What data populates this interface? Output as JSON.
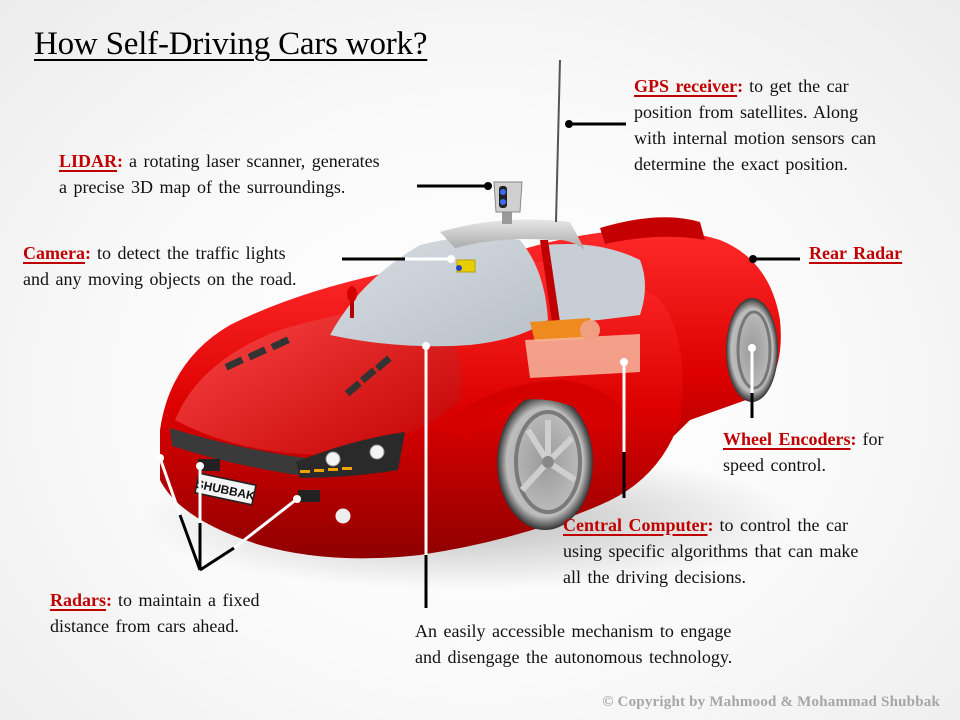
{
  "title": "How Self-Driving Cars work?",
  "colors": {
    "term": "#c00000",
    "body_text": "#111111",
    "car_body": "#d40000",
    "copyright": "#a6a6a6"
  },
  "callouts": {
    "gps": {
      "term": "GPS receiver",
      "lines": [
        "to get the car",
        "position from satellites. Along",
        "with internal motion sensors can",
        "determine the exact position."
      ]
    },
    "lidar": {
      "term": "LIDAR",
      "lines": [
        "a rotating laser scanner, generates",
        "a precise 3D map of the surroundings."
      ]
    },
    "camera": {
      "term": "Camera",
      "lines": [
        "to detect the traffic lights",
        "and any moving objects on the road."
      ]
    },
    "rear_radar": {
      "term": "Rear Radar"
    },
    "wheel_encoders": {
      "term": "Wheel Encoders",
      "lines": [
        "for",
        "speed control."
      ]
    },
    "central_computer": {
      "term": "Central Computer",
      "lines": [
        "to control the car",
        "using specific algorithms that can make",
        "all the driving decisions."
      ]
    },
    "radars": {
      "term": "Radars",
      "lines": [
        "to maintain a fixed",
        "distance from cars ahead."
      ]
    },
    "mechanism": {
      "lines": [
        "An easily accessible mechanism to engage",
        "and disengage the autonomous technology."
      ]
    }
  },
  "car": {
    "license_plate": "SHUBBAK"
  },
  "copyright": "© Copyright by Mahmood & Mohammad Shubbak"
}
